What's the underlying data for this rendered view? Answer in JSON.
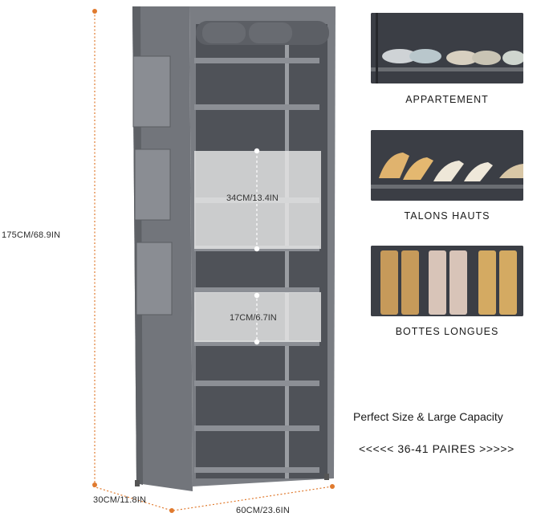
{
  "dimensions": {
    "height": "175CM/68.9IN",
    "depth": "30CM/11.8IN",
    "width": "60CM/23.6IN"
  },
  "measurements": {
    "upper_box": "34CM/13.4IN",
    "lower_box": "17CM/6.7IN"
  },
  "panels": [
    {
      "caption": "APPARTEMENT",
      "icon": "sneakers-photo"
    },
    {
      "caption": "TALONS HAUTS",
      "icon": "high-heels-photo"
    },
    {
      "caption": "BOTTES LONGUES",
      "icon": "long-boots-photo"
    }
  ],
  "tagline": "Perfect Size & Large Capacity",
  "capacity": "<<<<< 36-41 PAIRES >>>>>",
  "colors": {
    "fabric": "#6b6e74",
    "interior": "#4c4f55",
    "dimension_line": "#e07a2e"
  }
}
